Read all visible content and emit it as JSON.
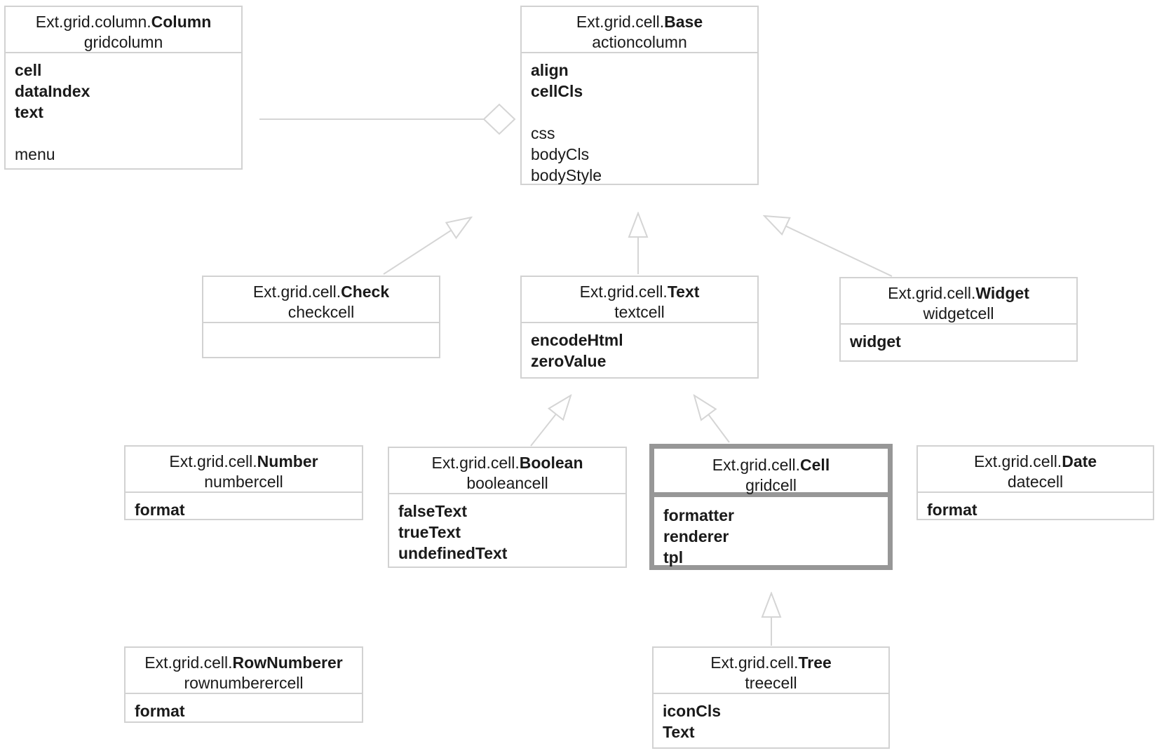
{
  "diagram": {
    "kind": "class-inheritance-diagram",
    "colors": {
      "line": "#d5d5d5",
      "box_border": "#d2d2d2",
      "highlight_border": "#979797",
      "text": "#1a1a1a",
      "background": "#ffffff"
    }
  },
  "classes": {
    "column": {
      "prefix": "Ext.grid.column.",
      "name": "Column",
      "xtype": "gridcolumn",
      "bold_items": [
        "cell",
        "dataIndex",
        "text"
      ],
      "items": [
        "menu"
      ]
    },
    "base": {
      "prefix": "Ext.grid.cell.",
      "name": "Base",
      "xtype": "actioncolumn",
      "bold_items": [
        "align",
        "cellCls"
      ],
      "items": [
        "css",
        "bodyCls",
        "bodyStyle"
      ]
    },
    "check": {
      "prefix": "Ext.grid.cell.",
      "name": "Check",
      "xtype": "checkcell",
      "bold_items": [],
      "items": []
    },
    "text": {
      "prefix": "Ext.grid.cell.",
      "name": "Text",
      "xtype": "textcell",
      "bold_items": [
        "encodeHtml",
        "zeroValue"
      ],
      "items": []
    },
    "widget": {
      "prefix": "Ext.grid.cell.",
      "name": "Widget",
      "xtype": "widgetcell",
      "bold_items": [
        "widget"
      ],
      "items": []
    },
    "number": {
      "prefix": "Ext.grid.cell.",
      "name": "Number",
      "xtype": "numbercell",
      "bold_items": [
        "format"
      ],
      "items": []
    },
    "boolean": {
      "prefix": "Ext.grid.cell.",
      "name": "Boolean",
      "xtype": "booleancell",
      "bold_items": [
        "falseText",
        "trueText",
        "undefinedText"
      ],
      "items": []
    },
    "cell": {
      "prefix": "Ext.grid.cell.",
      "name": "Cell",
      "xtype": "gridcell",
      "bold_items": [
        "formatter",
        "renderer",
        "tpl"
      ],
      "items": [],
      "highlighted": true
    },
    "date": {
      "prefix": "Ext.grid.cell.",
      "name": "Date",
      "xtype": "datecell",
      "bold_items": [
        "format"
      ],
      "items": []
    },
    "rownumberer": {
      "prefix": "Ext.grid.cell.",
      "name": "RowNumberer",
      "xtype": "rownumberercell",
      "bold_items": [
        "format"
      ],
      "items": []
    },
    "tree": {
      "prefix": "Ext.grid.cell.",
      "name": "Tree",
      "xtype": "treecell",
      "bold_items": [
        "iconCls",
        "Text"
      ],
      "items": []
    }
  },
  "relationships": [
    {
      "from": "column",
      "to": "base",
      "type": "aggregation"
    },
    {
      "from": "check",
      "to": "base",
      "type": "inheritance"
    },
    {
      "from": "text",
      "to": "base",
      "type": "inheritance"
    },
    {
      "from": "widget",
      "to": "base",
      "type": "inheritance"
    },
    {
      "from": "boolean",
      "to": "text",
      "type": "inheritance"
    },
    {
      "from": "cell",
      "to": "text",
      "type": "inheritance"
    },
    {
      "from": "tree",
      "to": "cell",
      "type": "inheritance"
    }
  ]
}
